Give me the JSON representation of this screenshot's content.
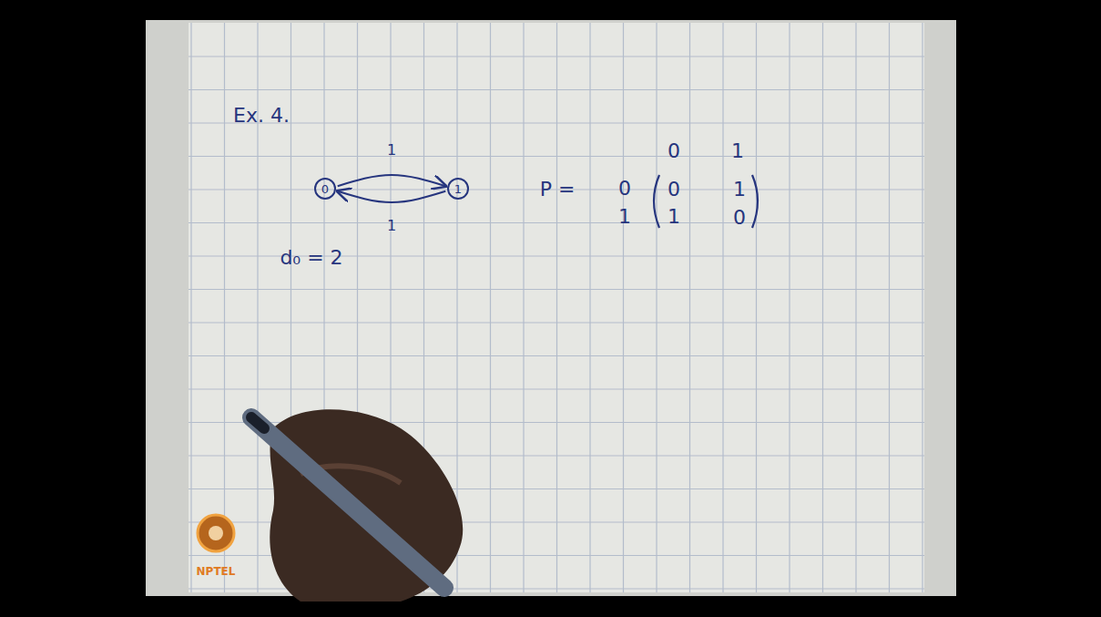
{
  "diagram": {
    "nodes": [
      {
        "text": [
          "0"
        ]
      },
      {
        "text": [
          "1"
        ]
      }
    ],
    "edges": [
      {
        "from": 0,
        "to": 1,
        "arrow": "to",
        "label": "1"
      },
      {
        "from": 1,
        "to": 0,
        "arrow": "to",
        "label": "1"
      }
    ],
    "labels": [
      "Ex. 4.",
      "d₀ = 2",
      "P =",
      "0",
      "1",
      "0",
      "0",
      "1",
      "1",
      "1",
      "0",
      "NPTEL"
    ]
  }
}
